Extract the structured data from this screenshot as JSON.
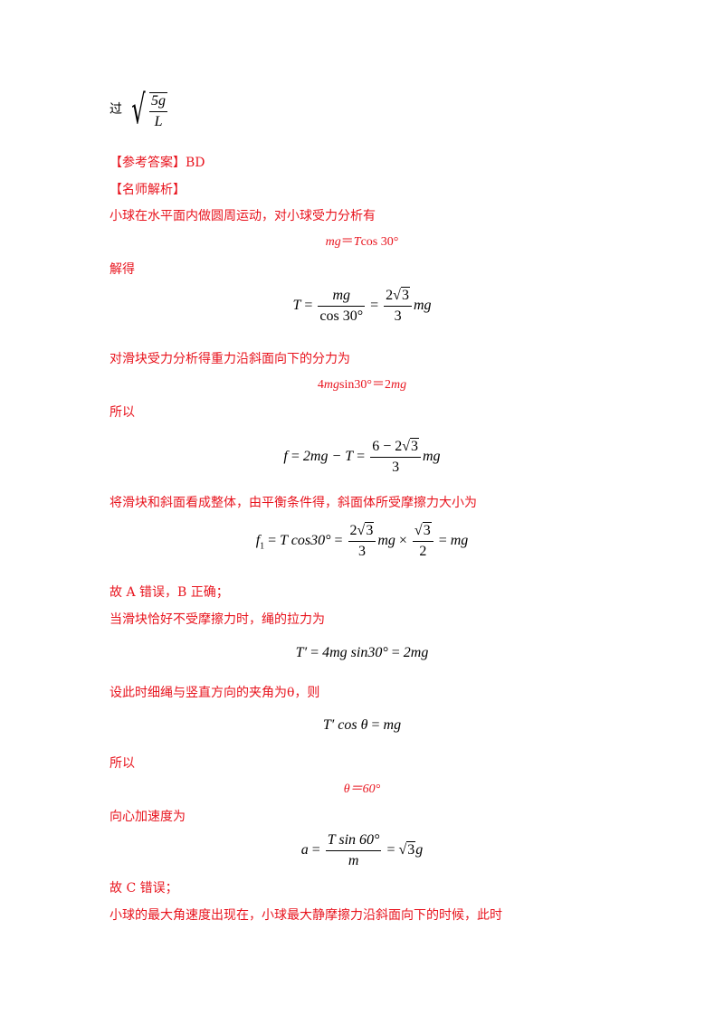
{
  "top": {
    "prefix": "过",
    "sqrt_num": "5g",
    "sqrt_den": "L"
  },
  "answer": {
    "label": "【参考答案】",
    "value": "BD"
  },
  "analysis_label": "【名师解析】",
  "p1": "小球在水平面内做圆周运动，对小球受力分析有",
  "eq1": {
    "lhs": "mg",
    "eq": "＝",
    "T": "T",
    "rest": "cos 30°"
  },
  "p2": "解得",
  "eq2": {
    "lhs": "T",
    "num1": "mg",
    "den1": "cos 30°",
    "num2_coef": "2",
    "num2_rad": "3",
    "den2": "3",
    "tail": "mg"
  },
  "p3": "对滑块受力分析得重力沿斜面向下的分力为",
  "eq3": {
    "a": "4",
    "b": "mg",
    "c": "sin30°＝2",
    "d": "mg"
  },
  "p4": "所以",
  "eq4": {
    "lhs": "f",
    "mid": "2mg − T",
    "num_a": "6 − 2",
    "num_rad": "3",
    "den": "3",
    "tail": "mg"
  },
  "p5": "将滑块和斜面看成整体，由平衡条件得，斜面体所受摩擦力大小为",
  "eq5": {
    "lhs": "f",
    "sub": "1",
    "mid": "T cos30°",
    "n1a": "2",
    "n1rad": "3",
    "d1": "3",
    "m1": "mg",
    "n2rad": "3",
    "d2": "2",
    "tail": "mg"
  },
  "p6": "故 A 错误，B 正确；",
  "p7": "当滑块恰好不受摩擦力时，绳的拉力为",
  "eq6": {
    "lhs": "T′",
    "rhs1": "4mg sin30°",
    "rhs2": "2mg"
  },
  "p8": "设此时细绳与竖直方向的夹角为θ，则",
  "eq7": {
    "lhs": "T′ cos θ",
    "rhs": "mg"
  },
  "p9": "所以",
  "eq8": {
    "text": "θ＝60°"
  },
  "p10": "向心加速度为",
  "eq9": {
    "lhs": "a",
    "num": "T sin 60°",
    "den": "m",
    "rad": "3",
    "tail": "g"
  },
  "p11": "故 C 错误；",
  "p12": "小球的最大角速度出现在，小球最大静摩擦力沿斜面向下的时候，此时"
}
